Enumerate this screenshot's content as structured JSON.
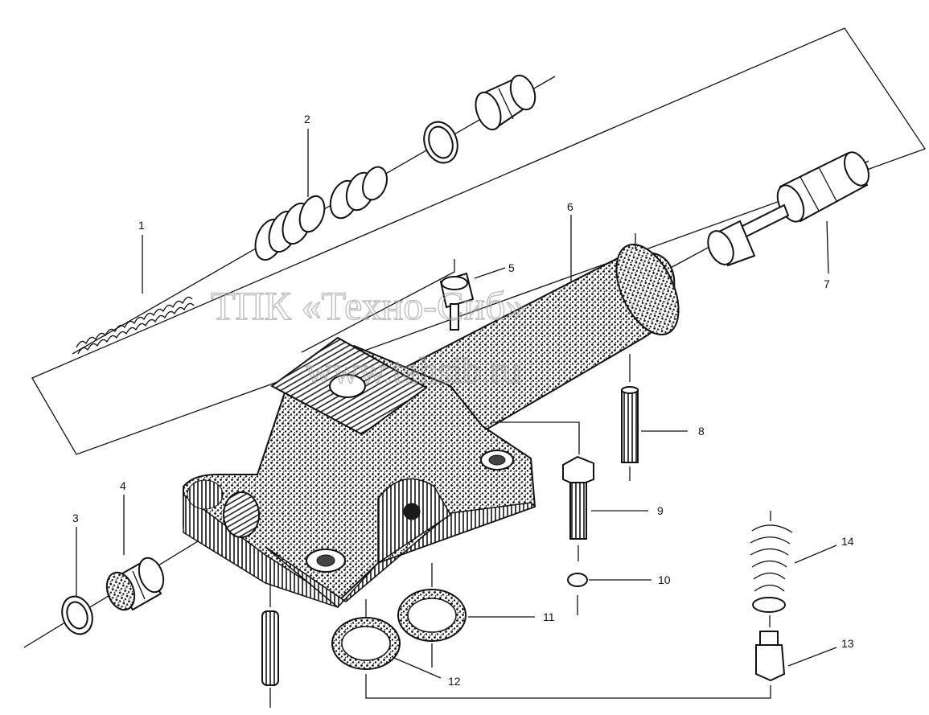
{
  "watermark": {
    "line1": "ТПК «Техно-Сиб»",
    "line2": "www.tehsib.ru"
  },
  "callouts": [
    "1",
    "2",
    "3",
    "4",
    "5",
    "6",
    "7",
    "8",
    "9",
    "10",
    "11",
    "12",
    "13",
    "14"
  ],
  "colors": {
    "ink": "#111111",
    "paper": "#ffffff",
    "watermark": "#9a9a9a"
  }
}
